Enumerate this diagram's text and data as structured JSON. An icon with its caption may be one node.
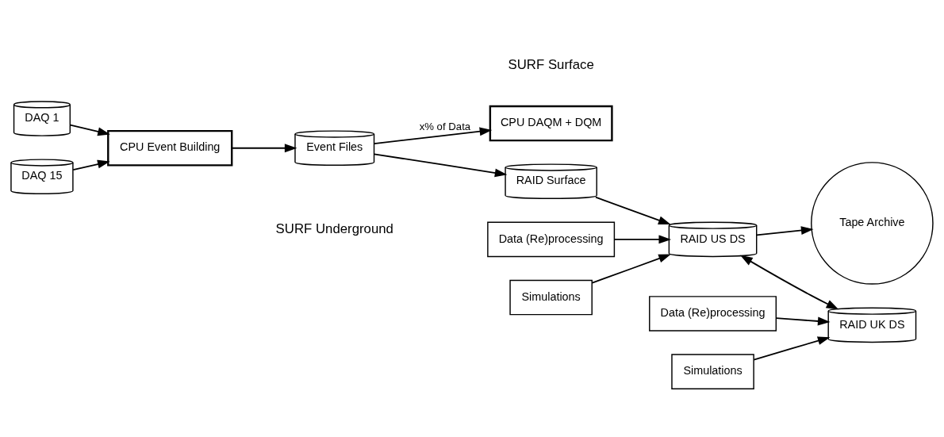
{
  "diagram": {
    "nodes": [
      {
        "text": [
          "DAQ 1"
        ]
      },
      {
        "text": [
          "DAQ 15"
        ]
      },
      {
        "text": [
          "CPU Event Building"
        ]
      },
      {
        "text": [
          "CPU DAQM + DQM"
        ]
      },
      {
        "text": [
          "Event Files"
        ]
      },
      {
        "text": [
          "RAID Surface"
        ]
      },
      {
        "text": [
          "RAID US DS"
        ]
      },
      {
        "text": [
          "Tape Archive"
        ]
      },
      {
        "text": [
          "Data (Re)processing"
        ]
      },
      {
        "text": [
          "Simulations"
        ]
      },
      {
        "text": [
          "RAID UK DS"
        ]
      },
      {
        "text": [
          "Data (Re)processing"
        ]
      },
      {
        "text": [
          "Simulations"
        ]
      }
    ],
    "edges": [
      {
        "from": 0,
        "to": 2,
        "arrow": "to"
      },
      {
        "from": 1,
        "to": 2,
        "arrow": "to"
      },
      {
        "from": 2,
        "to": 4,
        "arrow": "to"
      },
      {
        "from": 4,
        "to": 3,
        "arrow": "to",
        "label": "x% of Data"
      },
      {
        "from": 4,
        "to": 5,
        "arrow": "to"
      },
      {
        "from": 5,
        "to": 6,
        "arrow": "to"
      },
      {
        "from": 6,
        "to": 7,
        "arrow": "to"
      },
      {
        "from": 8,
        "to": 6,
        "arrow": "to"
      },
      {
        "from": 9,
        "to": 6,
        "arrow": "to"
      },
      {
        "from": 6,
        "to": 10,
        "arrow": "both"
      },
      {
        "from": 11,
        "to": 10,
        "arrow": "to"
      },
      {
        "from": 12,
        "to": 10,
        "arrow": "to"
      }
    ],
    "labels": [
      "SURF Underground",
      "SURF Surface"
    ]
  }
}
